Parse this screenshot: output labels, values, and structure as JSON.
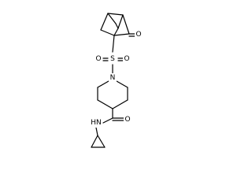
{
  "molecule": {
    "atoms": [
      {
        "id": "o_ketone",
        "label": "O"
      },
      {
        "id": "s_sulfonyl",
        "label": "S"
      },
      {
        "id": "o_sulfonyl_left",
        "label": "O"
      },
      {
        "id": "o_sulfonyl_right",
        "label": "O"
      },
      {
        "id": "n_piperidine",
        "label": "N"
      },
      {
        "id": "o_amide",
        "label": "O"
      },
      {
        "id": "n_amide",
        "label": "HN"
      }
    ]
  }
}
